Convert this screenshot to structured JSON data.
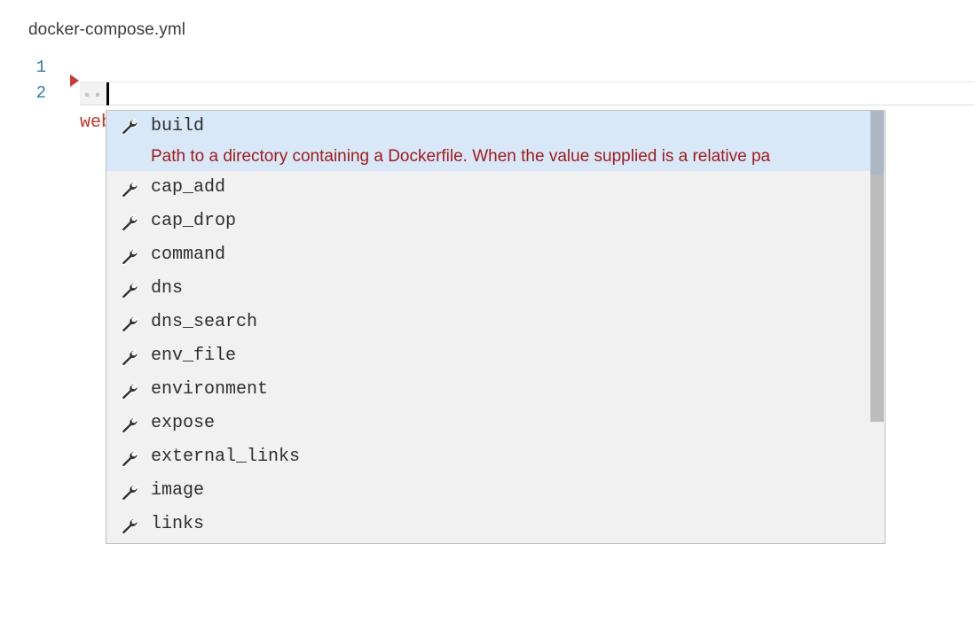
{
  "document": {
    "filename": "docker-compose.yml"
  },
  "editor": {
    "lines": [
      {
        "number": "1",
        "key": "web",
        "punct": ":"
      },
      {
        "number": "2",
        "key": "",
        "punct": ""
      }
    ],
    "line_number_1": "1",
    "line_number_2": "2",
    "line1_key": "web",
    "line1_punct": ":",
    "indent_whitespace_dots": 2,
    "caret_line": "2",
    "marker": "breakpoint-arrow",
    "colors": {
      "line_number": "#2b7ea6",
      "key": "#c0392b",
      "punct": "#111111",
      "marker": "#cc3a38"
    }
  },
  "autocomplete": {
    "icon_name": "wrench-icon",
    "selected_index": 0,
    "items": [
      {
        "label": "build",
        "description": "Path to a directory containing a Dockerfile. When the value supplied is a relative pa"
      },
      {
        "label": "cap_add",
        "description": ""
      },
      {
        "label": "cap_drop",
        "description": ""
      },
      {
        "label": "command",
        "description": ""
      },
      {
        "label": "dns",
        "description": ""
      },
      {
        "label": "dns_search",
        "description": ""
      },
      {
        "label": "env_file",
        "description": ""
      },
      {
        "label": "environment",
        "description": ""
      },
      {
        "label": "expose",
        "description": ""
      },
      {
        "label": "external_links",
        "description": ""
      },
      {
        "label": "image",
        "description": ""
      },
      {
        "label": "links",
        "description": ""
      }
    ],
    "colors": {
      "background": "#f1f1f1",
      "selected_background": "#d8e8f8",
      "description_text": "#a01c1c",
      "label_text": "#2e2e2e",
      "border": "#bfbfbf",
      "scrollbar_thumb": "#bcbcbc"
    }
  }
}
